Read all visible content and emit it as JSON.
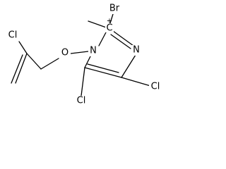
{
  "molecule": {
    "atoms": {
      "br": "Br",
      "cl_top": "Cl",
      "o": "O",
      "n1": "N",
      "n3": "N",
      "cl_c4": "Cl",
      "cl_c5": "Cl",
      "c2": "C"
    },
    "charges": {
      "c2": "+"
    }
  },
  "colors": {
    "bond": "#000000",
    "text": "#000000",
    "background": "#ffffff"
  }
}
